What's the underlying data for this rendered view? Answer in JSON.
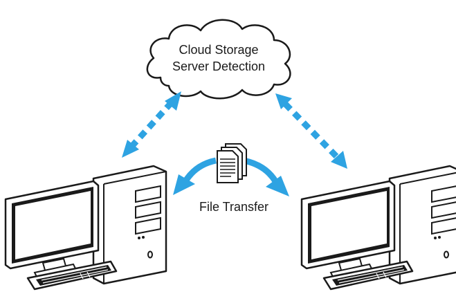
{
  "cloud": {
    "line1": "Cloud Storage",
    "line2": "Server Detection"
  },
  "transfer": {
    "label": "File Transfer"
  },
  "colors": {
    "accent": "#2ea3e2",
    "outline": "#1a1a1a",
    "screen": "#1a1a1a",
    "fill": "#ffffff"
  },
  "icons": [
    "cloud-icon",
    "document-stack-icon",
    "desktop-computer-icon"
  ]
}
